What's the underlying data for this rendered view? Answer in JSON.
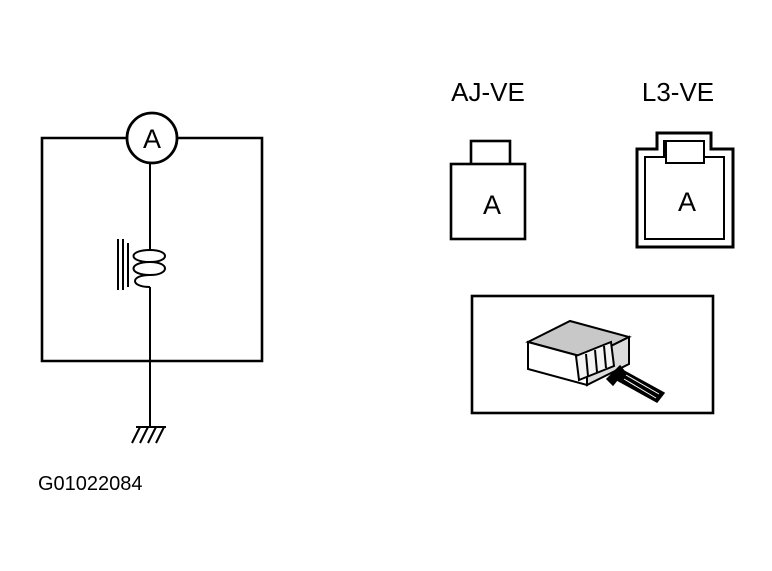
{
  "circuit": {
    "meter_label": "A"
  },
  "connectors": [
    {
      "model": "AJ-VE",
      "pin_label": "A"
    },
    {
      "model": "L3-VE",
      "pin_label": "A"
    }
  ],
  "figure_code": "G01022084"
}
